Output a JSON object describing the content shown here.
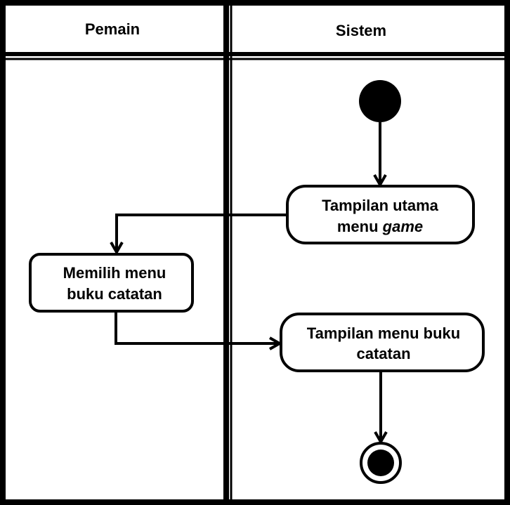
{
  "lanes": {
    "left_title": "Pemain",
    "right_title": "Sistem"
  },
  "nodes": {
    "main_menu": {
      "line1": "Tampilan utama",
      "line2_prefix": "menu ",
      "line2_italic": "game"
    },
    "choose_notebook": {
      "line1": "Memilih menu",
      "line2": "buku catatan"
    },
    "notebook_menu": {
      "line1": "Tampilan menu buku",
      "line2": "catatan"
    }
  },
  "colors": {
    "stroke": "#000000",
    "background": "#ffffff",
    "fill_dark": "#000000"
  },
  "icons": {
    "start": "initial-node-icon",
    "end": "final-node-icon"
  }
}
